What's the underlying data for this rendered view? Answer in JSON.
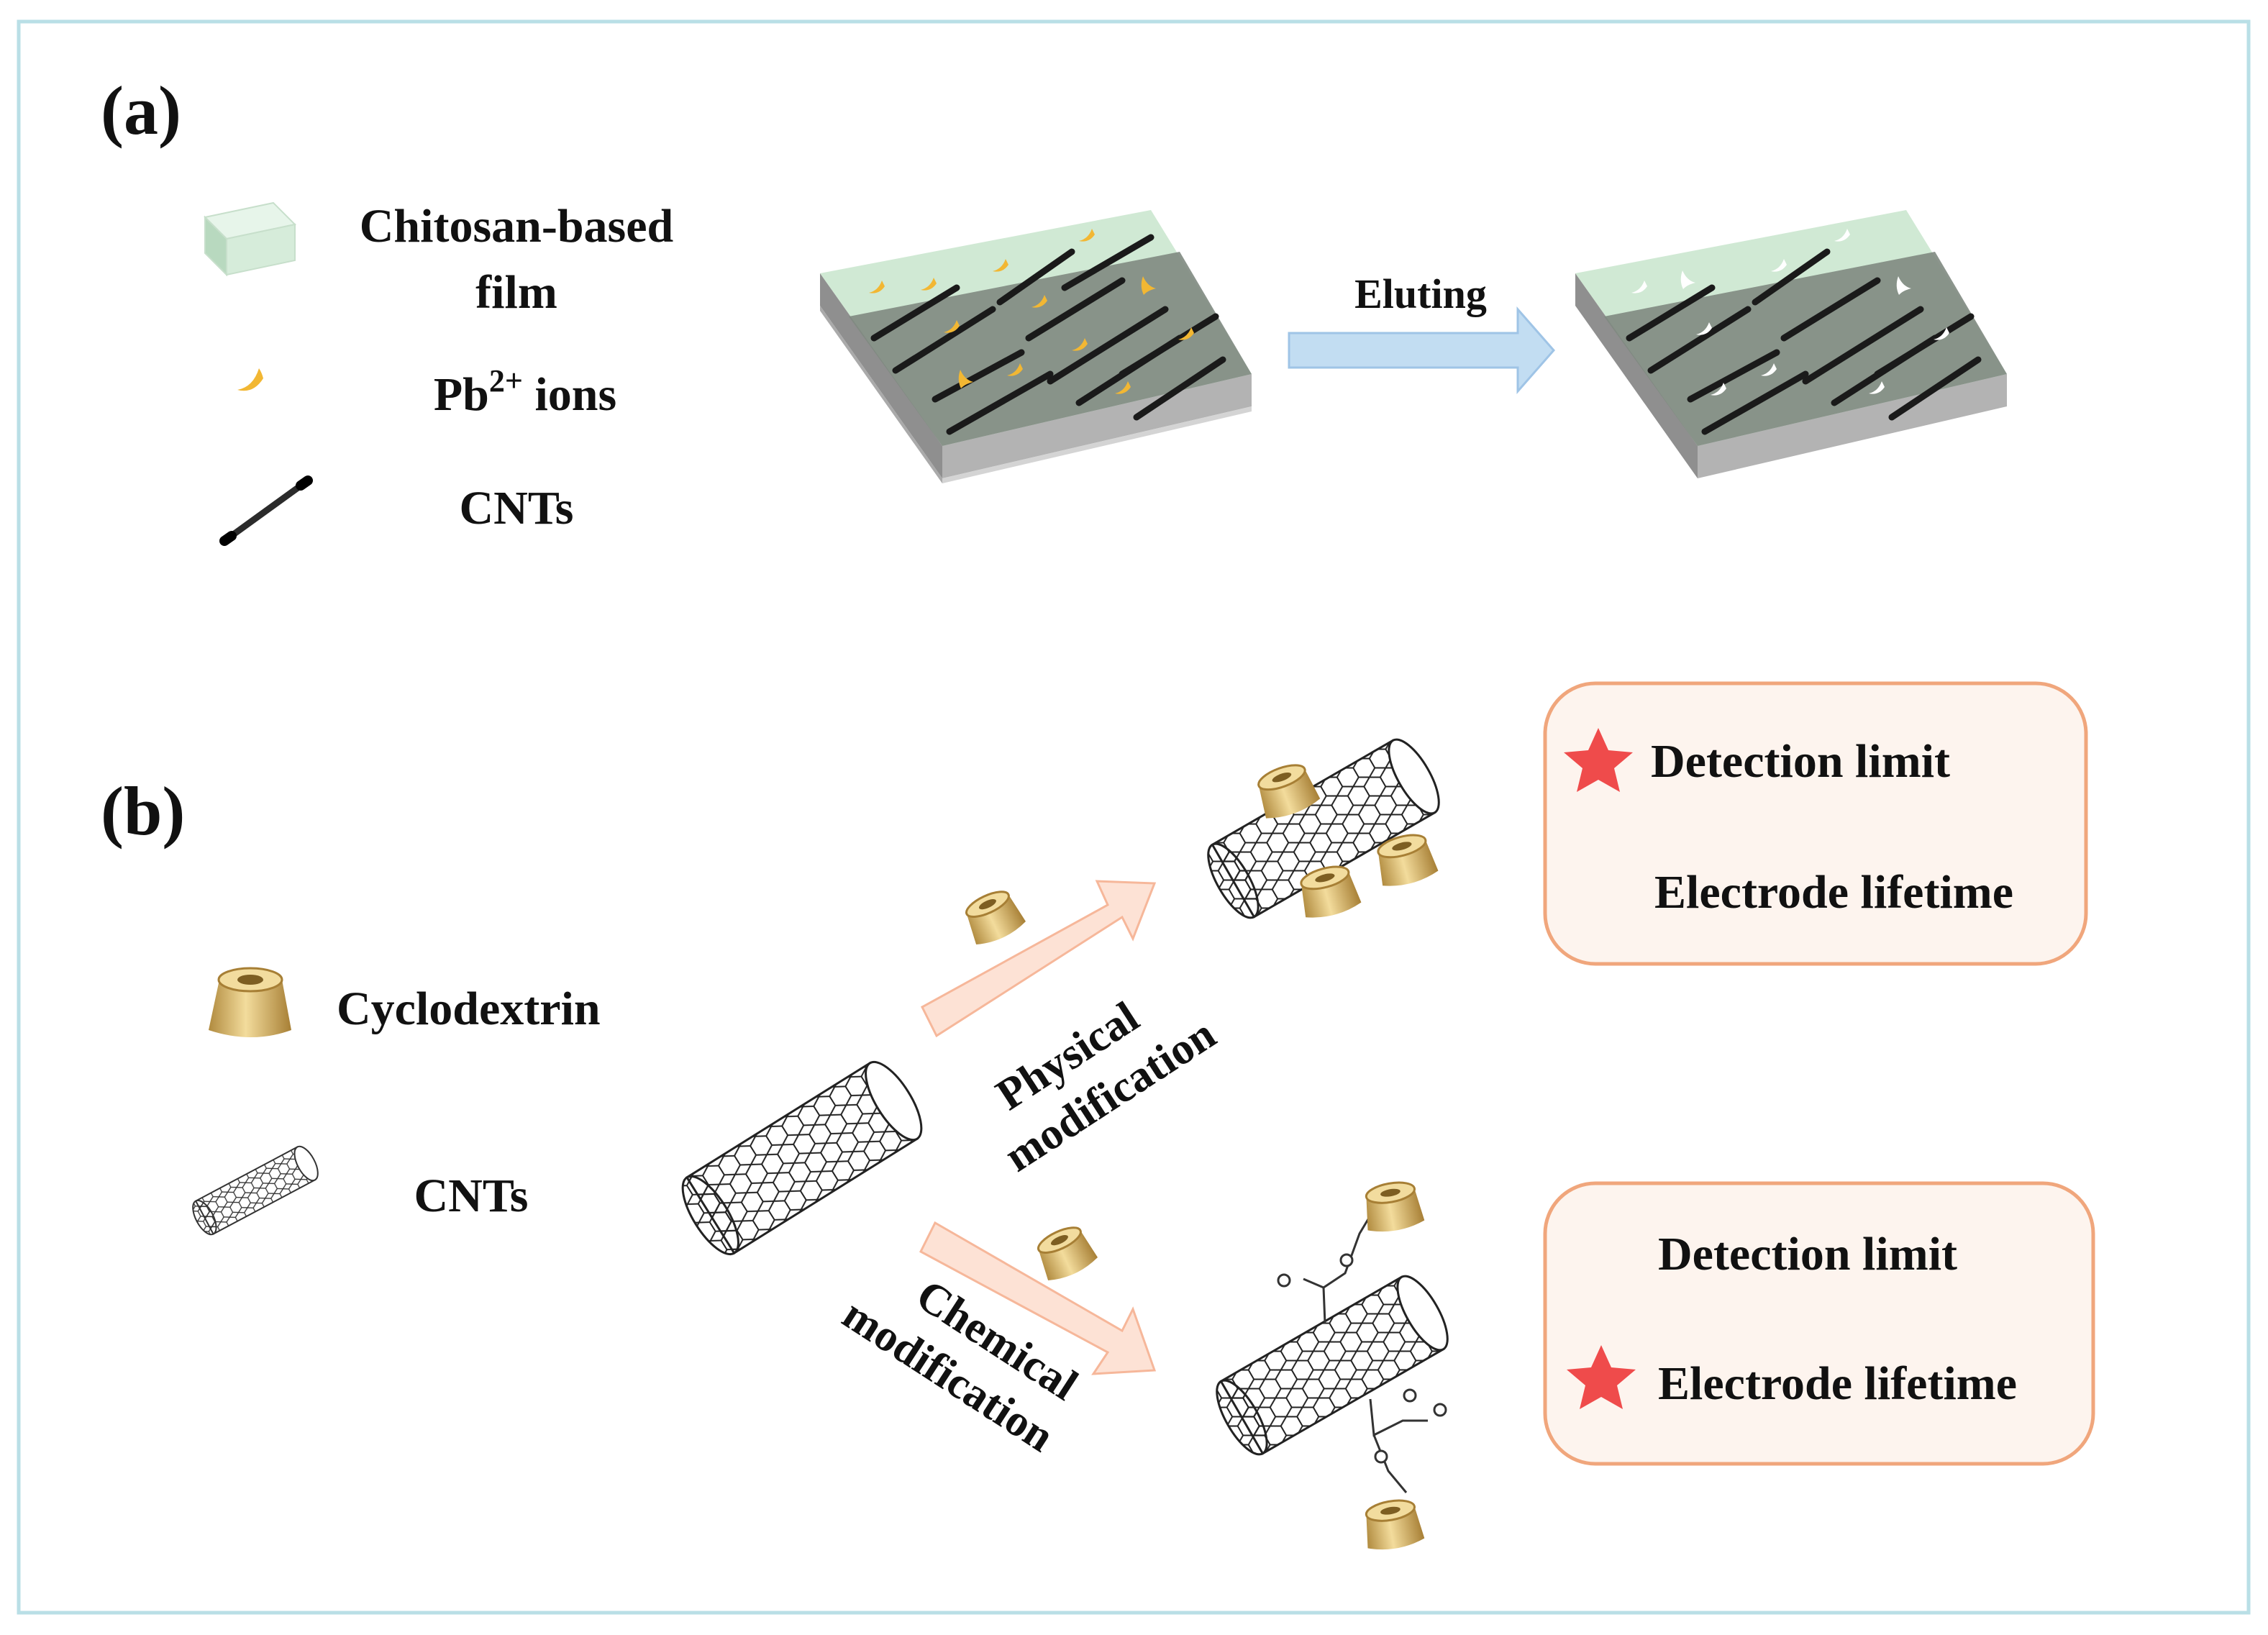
{
  "panel_a": {
    "label": "(a)",
    "legend": {
      "film_line1": "Chitosan-based",
      "film_line2": "film",
      "ions_prefix": "Pb",
      "ions_sup": "2+",
      "ions_suffix": " ions",
      "cnts": "CNTs"
    },
    "arrow_label": "Eluting"
  },
  "panel_b": {
    "label": "(b)",
    "legend": {
      "cyclodextrin": "Cyclodextrin",
      "cnts": "CNTs"
    },
    "physical_line1": "Physical",
    "physical_line2": "modification",
    "chemical_line1": "Chemical",
    "chemical_line2": "modification",
    "box_top": {
      "line1": "Detection limit",
      "line2": "Electrode lifetime",
      "starred_line": 1
    },
    "box_bottom": {
      "line1": "Detection limit",
      "line2": "Electrode lifetime",
      "starred_line": 2
    }
  },
  "colors": {
    "frame": "#b9dfe6",
    "film_green": "#cfe9d3",
    "ion_gold": "#f2b733",
    "box_fill": "#fdf4ee",
    "box_stroke": "#f0a67c",
    "star_red": "#ef4b4b",
    "blue_arrow": "#c2ddf2",
    "pink_arrow": "#fde2d5"
  }
}
